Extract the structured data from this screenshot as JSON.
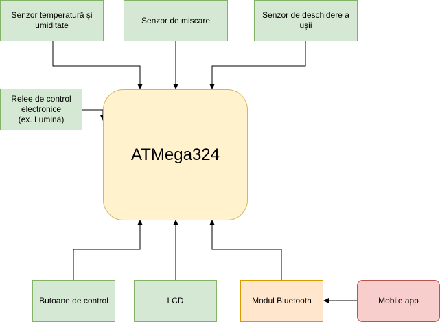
{
  "nodes": {
    "temp_sensor": "Senzor temperatură și\numiditate",
    "motion_sensor": "Senzor de miscare",
    "door_sensor": "Senzor de deschidere a\nușii",
    "relays": "Relee de control\nelectronice\n(ex. Lumină)",
    "mcu": "ATMega324",
    "buttons": "Butoane de control",
    "lcd": "LCD",
    "bluetooth": "Modul Bluetooth",
    "mobile_app": "Mobile app"
  },
  "colors": {
    "green_fill": "#d5e8d4",
    "green_stroke": "#82b366",
    "yellow_fill": "#fff2cc",
    "yellow_stroke": "#d6b656",
    "orange_fill": "#ffe6cc",
    "orange_stroke": "#d79b00",
    "red_fill": "#f8cecc",
    "red_stroke": "#b85450",
    "edge": "#000000"
  }
}
